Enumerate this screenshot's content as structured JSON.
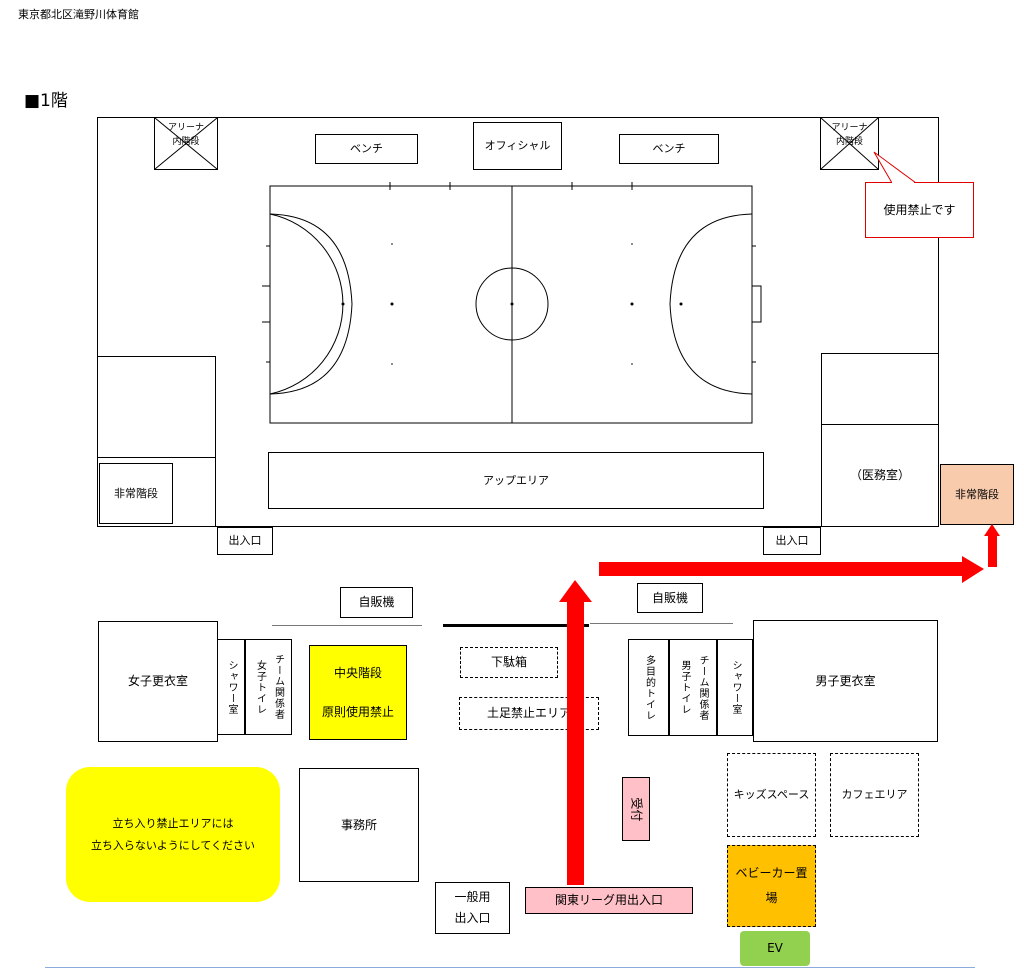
{
  "facility_name": "東京都北区滝野川体育館",
  "floor_title": "■1階",
  "arena": {
    "stairs_left": "アリーナ内階段",
    "stairs_right": "アリーナ内階段",
    "callout_prohibited": "使用禁止です",
    "bench_left": "ベンチ",
    "official": "オフィシャル",
    "bench_right": "ベンチ",
    "up_area": "アップエリア",
    "emergency_stairs_left": "非常階段",
    "medical_room": "（医務室）"
  },
  "emergency_stairs_right": "非常階段",
  "entrance_left": "出入口",
  "entrance_right": "出入口",
  "vending_left": "自販機",
  "vending_right": "自販機",
  "womens_locker": "女子更衣室",
  "shower_left": "シャワー室",
  "team_toilet_women_line1": "チーム関係者",
  "team_toilet_women_line2": "女子トイレ",
  "central_stairs_line1": "中央階段",
  "central_stairs_line2": "原則使用禁止",
  "shoe_box": "下駄箱",
  "no_shoes_area": "土足禁止エリア",
  "multi_toilet": "多目的トイレ",
  "team_toilet_men_line1": "チーム関係者",
  "team_toilet_men_line2": "男子トイレ",
  "shower_right": "シャワー室",
  "mens_locker": "男子更衣室",
  "notice_line1": "立ち入り禁止エリアには",
  "notice_line2": "立ち入らないようにしてください",
  "office": "事務所",
  "reception": "受付",
  "kids_space": "キッズスペース",
  "cafe_area": "カフェエリア",
  "general_entrance_line1": "一般用",
  "general_entrance_line2": "出入口",
  "kanto_league_entrance": "関東リーグ用出入口",
  "stroller_line1": "ベビーカー置",
  "stroller_line2": "場",
  "elevator": "EV",
  "colors": {
    "arrow_red": "#ff0000",
    "yellow": "#ffff00",
    "pink": "#ffc0c8",
    "salmon": "#f8cbad",
    "orange": "#ffc000",
    "green": "#92d050"
  }
}
